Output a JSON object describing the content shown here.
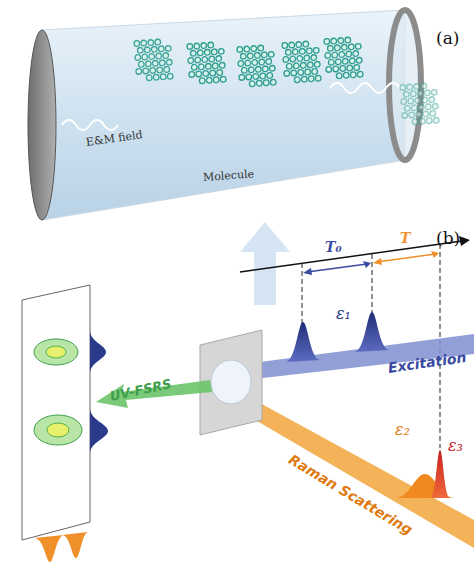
{
  "diagram": {
    "nodes": [
      {
        "text": [
          "E&M field",
          "Molecule"
        ]
      }
    ],
    "labels": [
      "(a)",
      "(b)",
      "T₀",
      "T",
      "ε₁",
      "ε₂",
      "ε₃",
      "Excitation",
      "Raman Scattering",
      "UV-FSRS"
    ]
  }
}
